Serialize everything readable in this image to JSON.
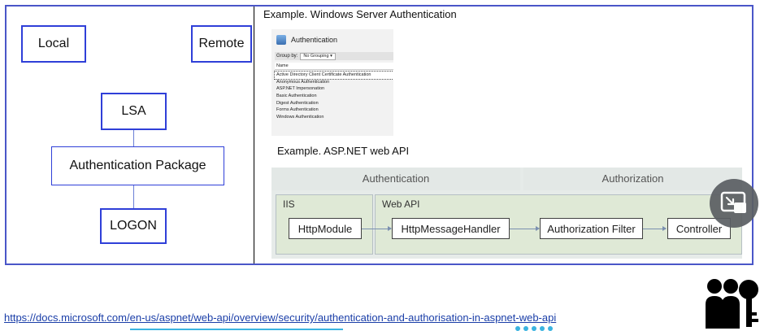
{
  "left": {
    "local": "Local",
    "remote": "Remote",
    "lsa": "LSA",
    "auth_package": "Authentication Package",
    "logon": "LOGON"
  },
  "right": {
    "title1": "Example. Windows Server Authentication",
    "title2": "Example. ASP.NET web API",
    "iis": {
      "heading": "Authentication",
      "group_by_label": "Group by:",
      "group_by_value": "No Grouping",
      "column": "Name",
      "rows": [
        "Active Directory Client Certificate Authentication",
        "Anonymous Authentication",
        "ASP.NET Impersonation",
        "Basic Authentication",
        "Digest Authentication",
        "Forms Authentication",
        "Windows Authentication"
      ]
    },
    "diagram": {
      "authentication": "Authentication",
      "authorization": "Authorization",
      "iis": "IIS",
      "webapi": "Web API",
      "httpmodule": "HttpModule",
      "handler": "HttpMessageHandler",
      "filter": "Authorization Filter",
      "controller": "Controller"
    }
  },
  "footer": {
    "url": "https://docs.microsoft.com/en-us/aspnet/web-api/overview/security/authentication-and-authorisation-in-aspnet-web-api"
  },
  "icons": {
    "pip": "picture-in-picture-icon",
    "logo": "people-key-icon"
  },
  "colors": {
    "frame": "#4a56c8",
    "box_border": "#2f3fd8",
    "link": "#1a3ea8"
  }
}
